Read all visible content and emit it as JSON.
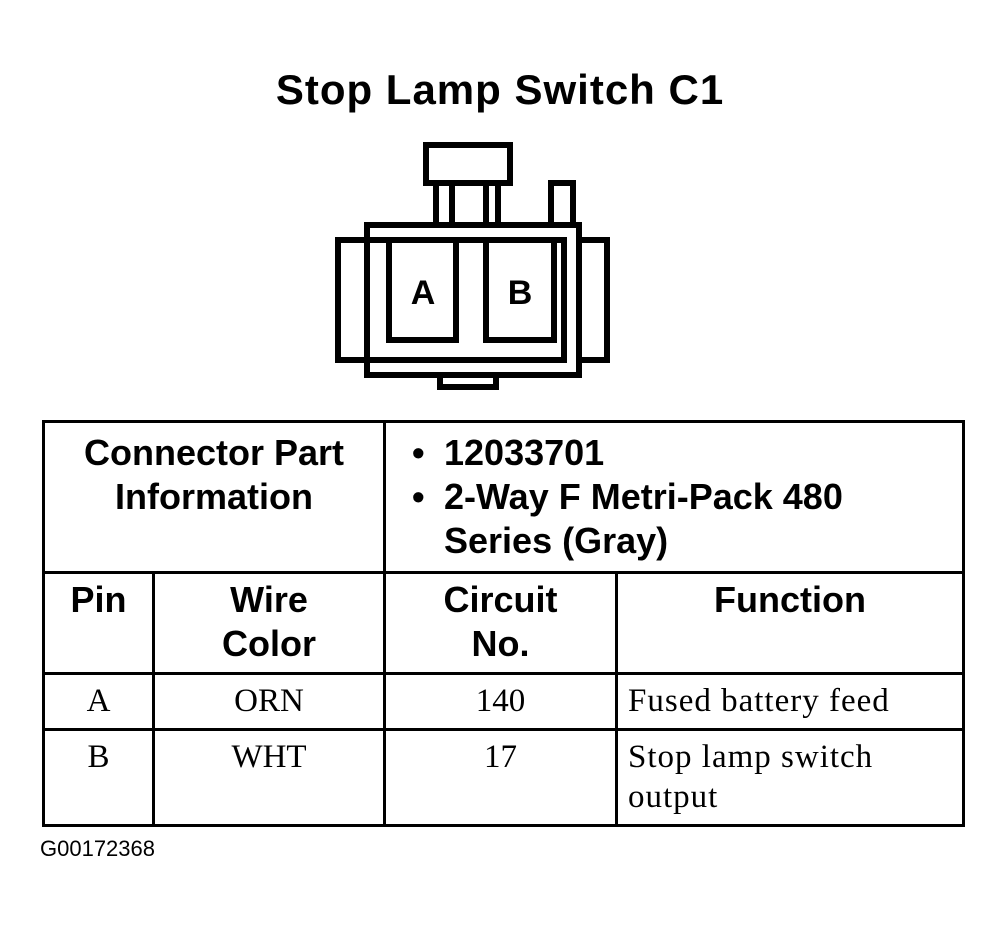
{
  "title": "Stop Lamp Switch C1",
  "connector": {
    "cavities": [
      "A",
      "B"
    ]
  },
  "part_info": {
    "label_line1": "Connector Part",
    "label_line2": "Information",
    "items": [
      "12033701",
      "2-Way F Metri-Pack 480",
      "Series (Gray)"
    ]
  },
  "columns": {
    "pin": "Pin",
    "wire_line1": "Wire",
    "wire_line2": "Color",
    "circuit_line1": "Circuit",
    "circuit_line2": "No.",
    "function": "Function"
  },
  "rows": [
    {
      "pin": "A",
      "wire": "ORN",
      "circuit": "140",
      "function_line1": "Fused battery feed",
      "function_line2": ""
    },
    {
      "pin": "B",
      "wire": "WHT",
      "circuit": "17",
      "function_line1": "Stop lamp switch",
      "function_line2": "output"
    }
  ],
  "figure_id": "G00172368"
}
